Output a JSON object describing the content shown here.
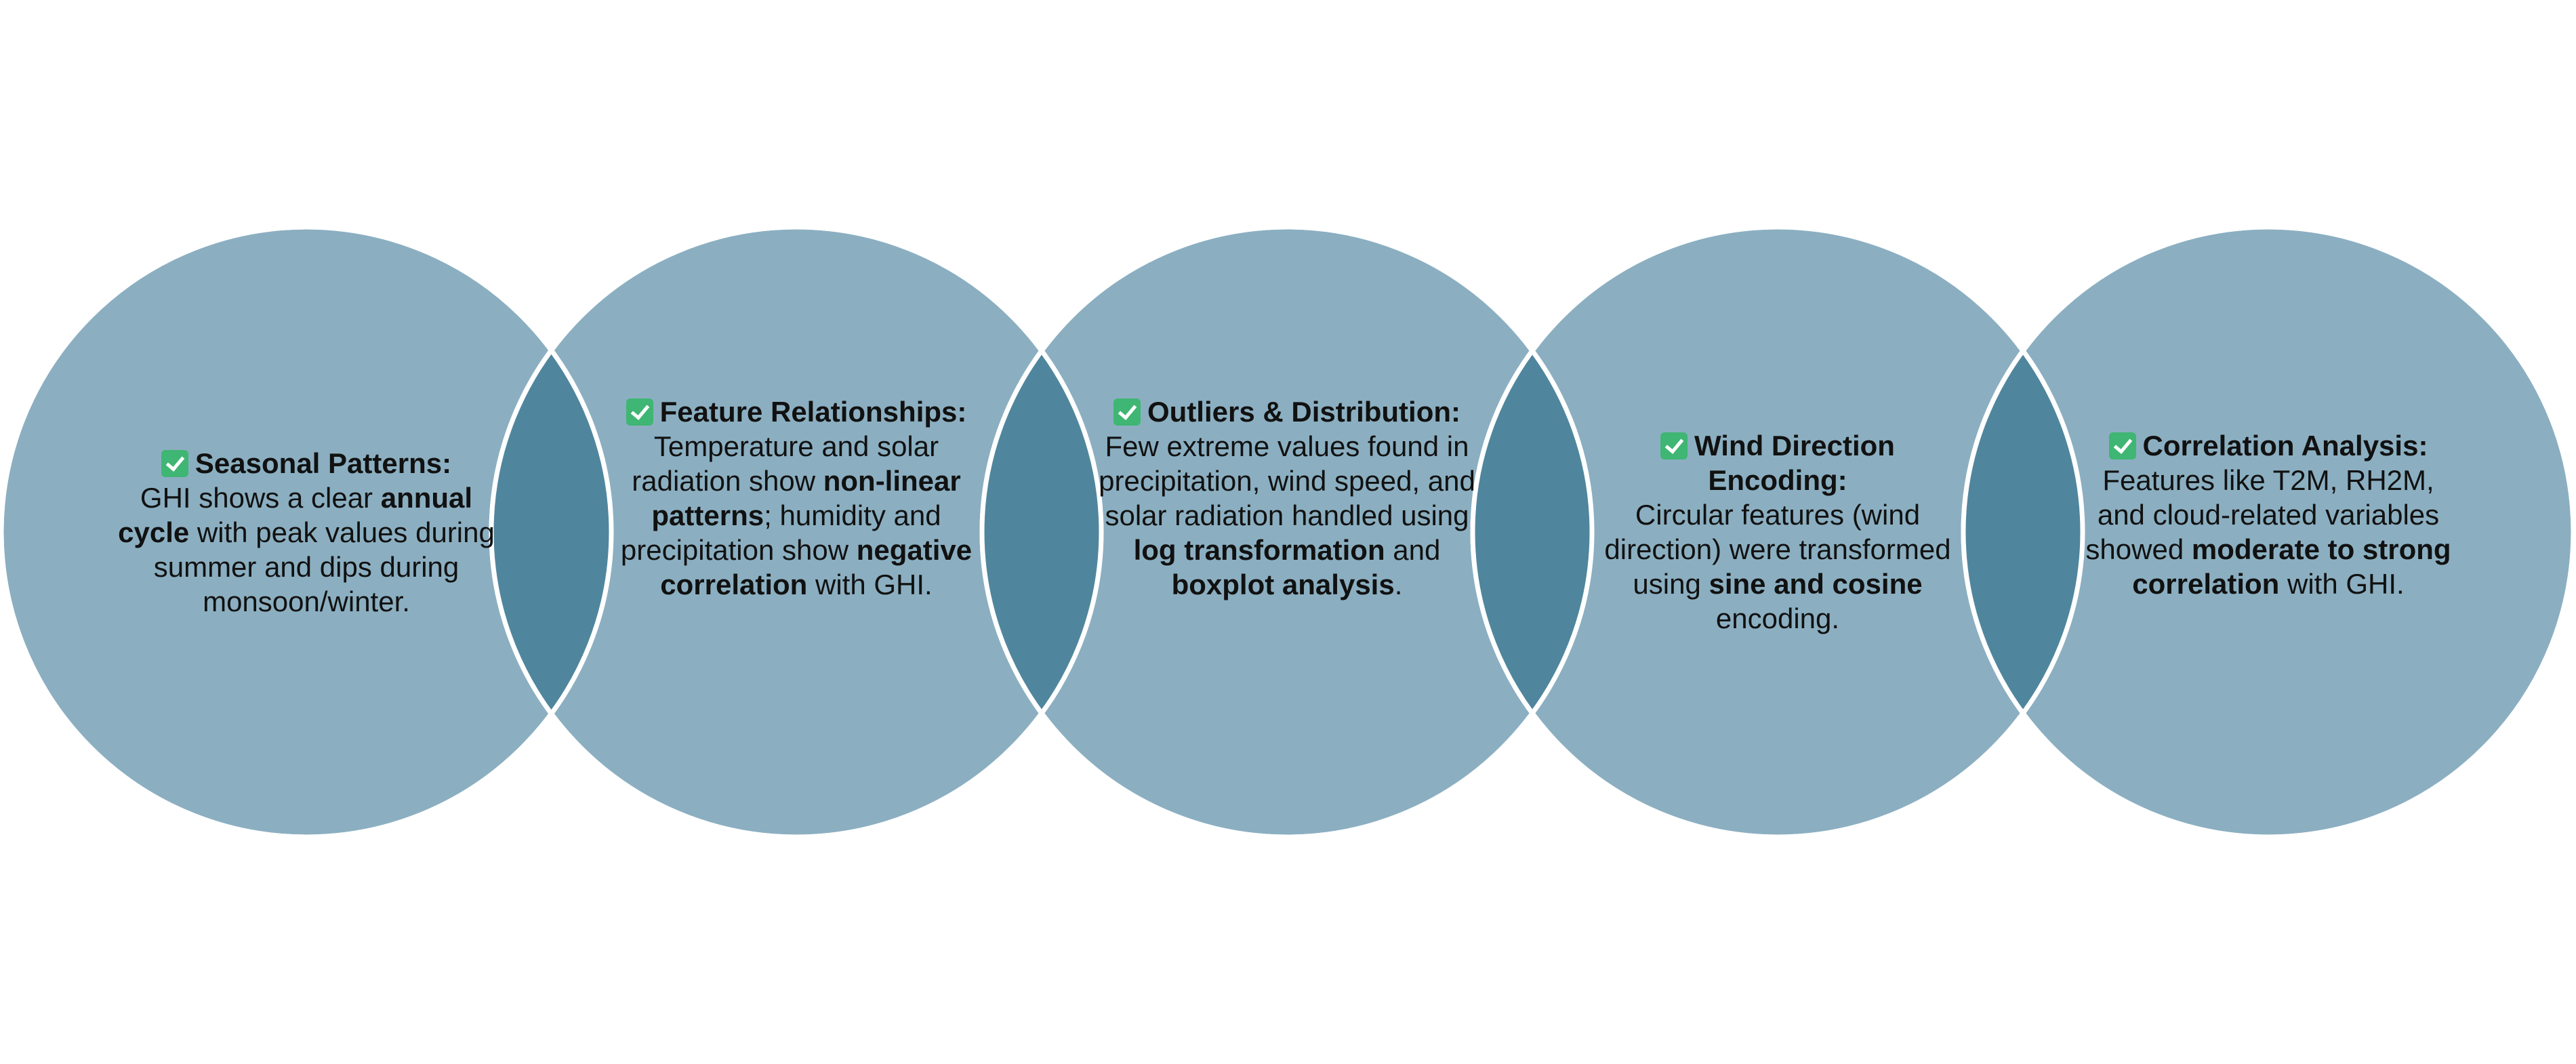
{
  "colors": {
    "circle_fill": "#8BAFC1",
    "overlap_fill": "#4F869D",
    "outline": "#ffffff",
    "check_icon": "#3FB673"
  },
  "circles": [
    {
      "icon": "check-mark-icon",
      "title": "Seasonal Patterns:",
      "body": [
        {
          "t": "GHI shows a clear "
        },
        {
          "t": "annual cycle",
          "b": true
        },
        {
          "t": " with peak values during summer and dips during monsoon/winter."
        }
      ]
    },
    {
      "icon": "check-mark-icon",
      "title": "Feature Relationships:",
      "body": [
        {
          "t": "Temperature and solar radiation show "
        },
        {
          "t": "non-linear patterns",
          "b": true
        },
        {
          "t": "; humidity and precipitation show "
        },
        {
          "t": "negative correlation",
          "b": true
        },
        {
          "t": " with GHI."
        }
      ]
    },
    {
      "icon": "check-mark-icon",
      "title": "Outliers & Distribution:",
      "body": [
        {
          "t": "Few extreme values found in precipitation, wind speed, and solar radiation handled using "
        },
        {
          "t": "log transformation",
          "b": true
        },
        {
          "t": " and "
        },
        {
          "t": "boxplot analysis",
          "b": true
        },
        {
          "t": "."
        }
      ]
    },
    {
      "icon": "check-mark-icon",
      "title": "Wind Direction Encoding:",
      "body": [
        {
          "t": "Circular features (wind direction) were transformed using "
        },
        {
          "t": "sine and cosine",
          "b": true
        },
        {
          "t": " encoding."
        }
      ]
    },
    {
      "icon": "check-mark-icon",
      "title": "Correlation Analysis:",
      "body": [
        {
          "t": "Features like T2M, RH2M, and cloud-related variables showed "
        },
        {
          "t": "moderate to strong correlation",
          "b": true
        },
        {
          "t": " with GHI."
        }
      ]
    }
  ]
}
